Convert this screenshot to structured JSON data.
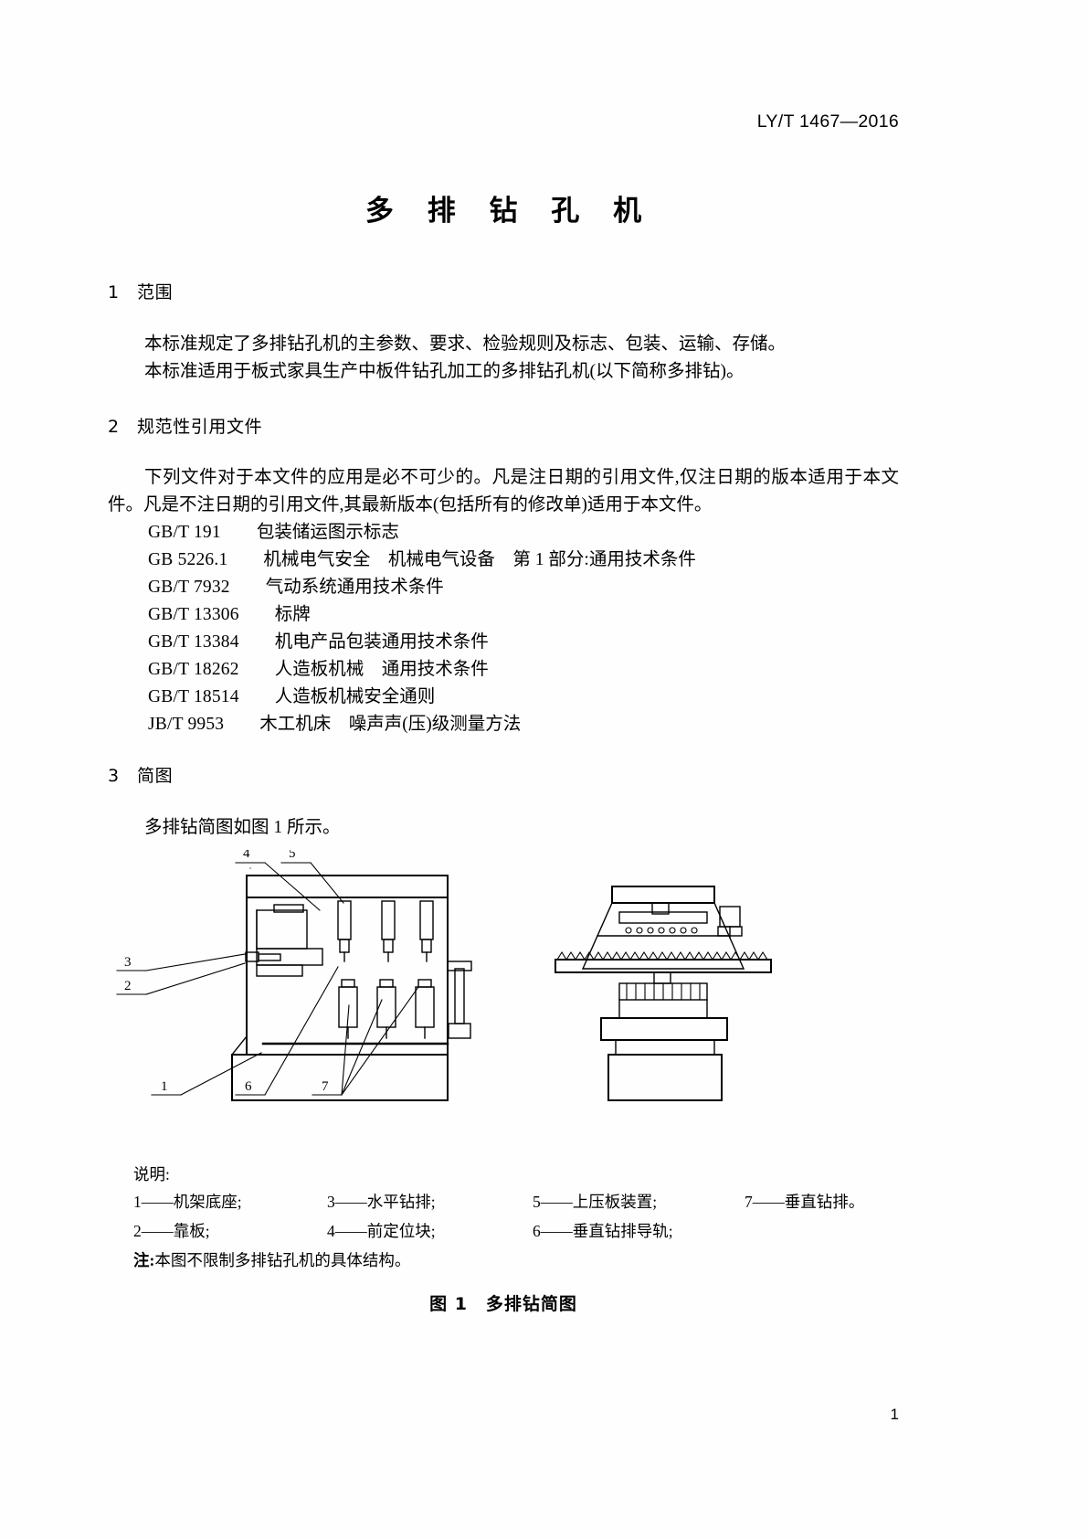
{
  "header": {
    "standard_number": "LY/T  1467—2016"
  },
  "title": "多 排 钻 孔 机",
  "clauses": [
    {
      "number": "1",
      "heading": "范围"
    },
    {
      "number": "2",
      "heading": "规范性引用文件"
    },
    {
      "number": "3",
      "heading": "简图"
    }
  ],
  "scope": {
    "p1": "本标准规定了多排钻孔机的主参数、要求、检验规则及标志、包装、运输、存储。",
    "p2": "本标准适用于板式家具生产中板件钻孔加工的多排钻孔机(以下简称多排钻)。"
  },
  "normative": {
    "intro": "下列文件对于本文件的应用是必不可少的。凡是注日期的引用文件,仅注日期的版本适用于本文件。凡是不注日期的引用文件,其最新版本(包括所有的修改单)适用于本文件。",
    "references": [
      {
        "code": "GB/T 191",
        "title": "包装储运图示标志"
      },
      {
        "code": "GB 5226.1",
        "title": "机械电气安全　机械电气设备　第 1 部分:通用技术条件"
      },
      {
        "code": "GB/T 7932",
        "title": "气动系统通用技术条件"
      },
      {
        "code": "GB/T 13306",
        "title": "标牌"
      },
      {
        "code": "GB/T 13384",
        "title": "机电产品包装通用技术条件"
      },
      {
        "code": "GB/T 18262",
        "title": "人造板机械　通用技术条件"
      },
      {
        "code": "GB/T 18514",
        "title": "人造板机械安全通则"
      },
      {
        "code": "JB/T 9953",
        "title": "木工机床　噪声声(压)级测量方法"
      }
    ]
  },
  "diagram_section": {
    "intro": "多排钻简图如图 1 所示。"
  },
  "figure": {
    "callouts": [
      "1",
      "2",
      "3",
      "4",
      "5",
      "6",
      "7"
    ],
    "legend_title": "说明:",
    "legend": [
      {
        "num": "1",
        "text": "1——机架底座;"
      },
      {
        "num": "3",
        "text": "3——水平钻排;"
      },
      {
        "num": "5",
        "text": "5——上压板装置;"
      },
      {
        "num": "7",
        "text": "7——垂直钻排。"
      },
      {
        "num": "2",
        "text": "2——靠板;"
      },
      {
        "num": "4",
        "text": "4——前定位块;"
      },
      {
        "num": "6",
        "text": "6——垂直钻排导轨;"
      }
    ],
    "note_label": "注:",
    "note_text": "本图不限制多排钻孔机的具体结构。",
    "caption": "图 1　多排钻简图"
  },
  "footer": {
    "page_number": "1"
  },
  "colors": {
    "ink": "#000000",
    "paper": "#ffffff"
  }
}
